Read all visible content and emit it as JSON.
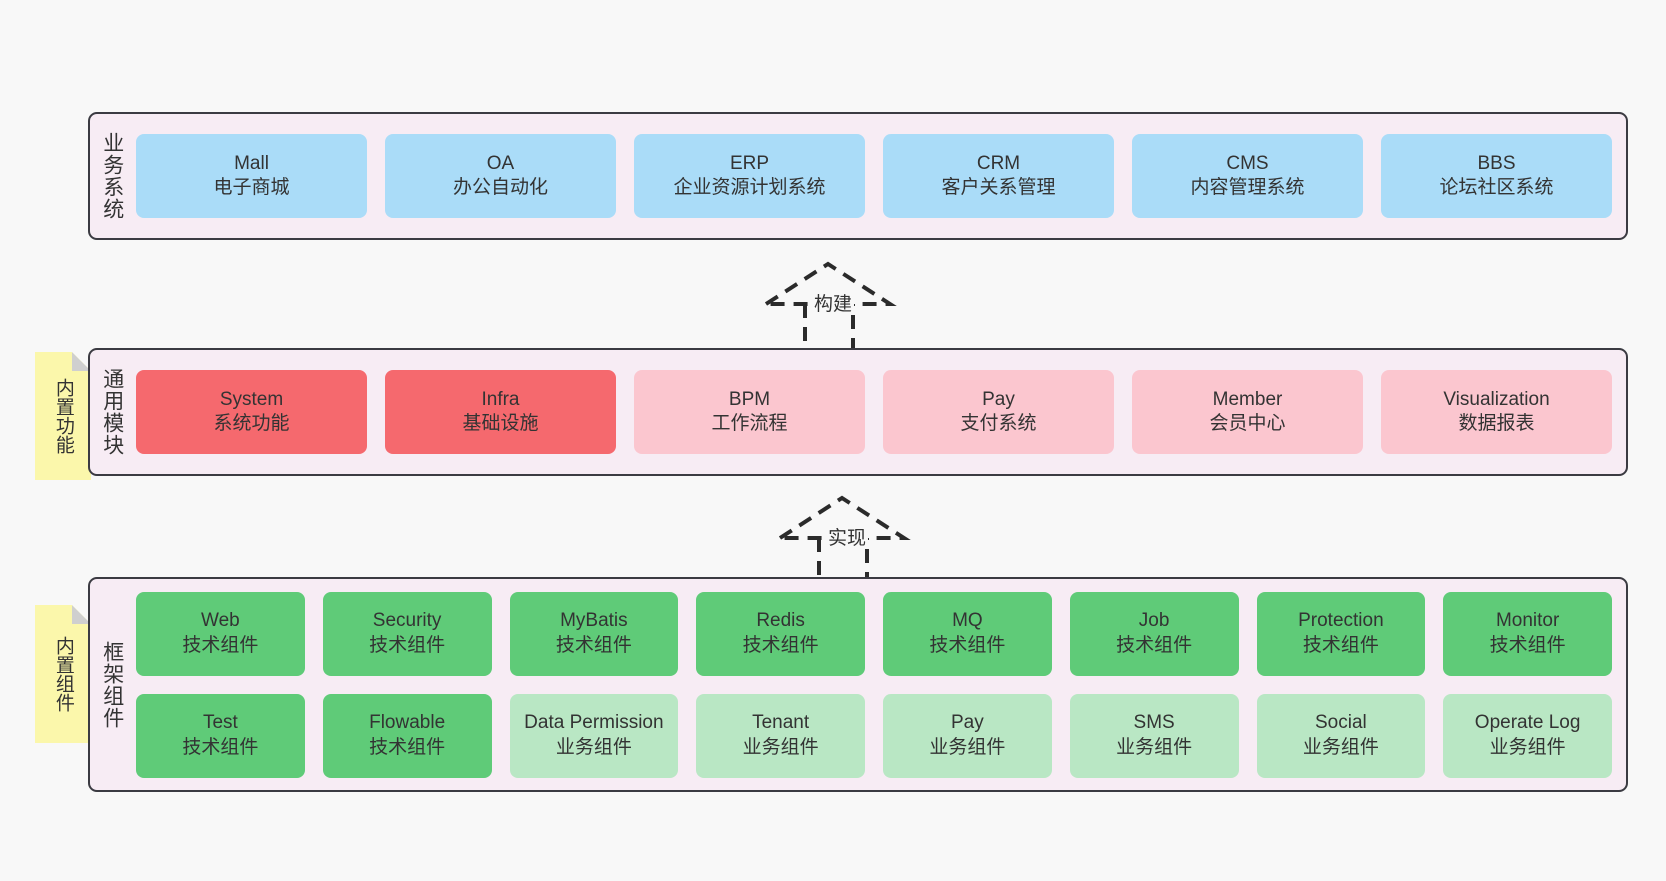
{
  "canvas": {
    "background": "#f8f8f8",
    "accents": {
      "layer_fill": "#f7ecf4",
      "layer_border": "#3b3b42",
      "blue": "#aadcf8",
      "red": "#f5696e",
      "pink": "#fbc6cf",
      "green": "#5fcb78",
      "light_green": "#b9e7c4",
      "note_yellow": "#fbf7ab",
      "note_fold": "#cfcfcf"
    }
  },
  "layers": {
    "business": {
      "title": "业务系统",
      "cards": [
        {
          "en": "Mall",
          "cn": "电子商城",
          "color": "blue"
        },
        {
          "en": "OA",
          "cn": "办公自动化",
          "color": "blue"
        },
        {
          "en": "ERP",
          "cn": "企业资源计划系统",
          "color": "blue"
        },
        {
          "en": "CRM",
          "cn": "客户关系管理",
          "color": "blue"
        },
        {
          "en": "CMS",
          "cn": "内容管理系统",
          "color": "blue"
        },
        {
          "en": "BBS",
          "cn": "论坛社区系统",
          "color": "blue"
        }
      ]
    },
    "common": {
      "title": "通用模块",
      "note": "内置功能",
      "cards": [
        {
          "en": "System",
          "cn": "系统功能",
          "color": "red"
        },
        {
          "en": "Infra",
          "cn": "基础设施",
          "color": "red"
        },
        {
          "en": "BPM",
          "cn": "工作流程",
          "color": "pink"
        },
        {
          "en": "Pay",
          "cn": "支付系统",
          "color": "pink"
        },
        {
          "en": "Member",
          "cn": "会员中心",
          "color": "pink"
        },
        {
          "en": "Visualization",
          "cn": "数据报表",
          "color": "pink"
        }
      ]
    },
    "framework": {
      "title": "框架组件",
      "note": "内置组件",
      "row1": [
        {
          "en": "Web",
          "cn": "技术组件",
          "color": "green"
        },
        {
          "en": "Security",
          "cn": "技术组件",
          "color": "green"
        },
        {
          "en": "MyBatis",
          "cn": "技术组件",
          "color": "green"
        },
        {
          "en": "Redis",
          "cn": "技术组件",
          "color": "green"
        },
        {
          "en": "MQ",
          "cn": "技术组件",
          "color": "green"
        },
        {
          "en": "Job",
          "cn": "技术组件",
          "color": "green"
        },
        {
          "en": "Protection",
          "cn": "技术组件",
          "color": "green"
        },
        {
          "en": "Monitor",
          "cn": "技术组件",
          "color": "green"
        }
      ],
      "row2": [
        {
          "en": "Test",
          "cn": "技术组件",
          "color": "green"
        },
        {
          "en": "Flowable",
          "cn": "技术组件",
          "color": "green"
        },
        {
          "en": "Data Permission",
          "cn": "业务组件",
          "color": "lightgreen"
        },
        {
          "en": "Tenant",
          "cn": "业务组件",
          "color": "lightgreen"
        },
        {
          "en": "Pay",
          "cn": "业务组件",
          "color": "lightgreen"
        },
        {
          "en": "SMS",
          "cn": "业务组件",
          "color": "lightgreen"
        },
        {
          "en": "Social",
          "cn": "业务组件",
          "color": "lightgreen"
        },
        {
          "en": "Operate Log",
          "cn": "业务组件",
          "color": "lightgreen"
        }
      ]
    }
  },
  "connectors": {
    "build": {
      "label": "构建"
    },
    "implement": {
      "label": "实现"
    }
  }
}
